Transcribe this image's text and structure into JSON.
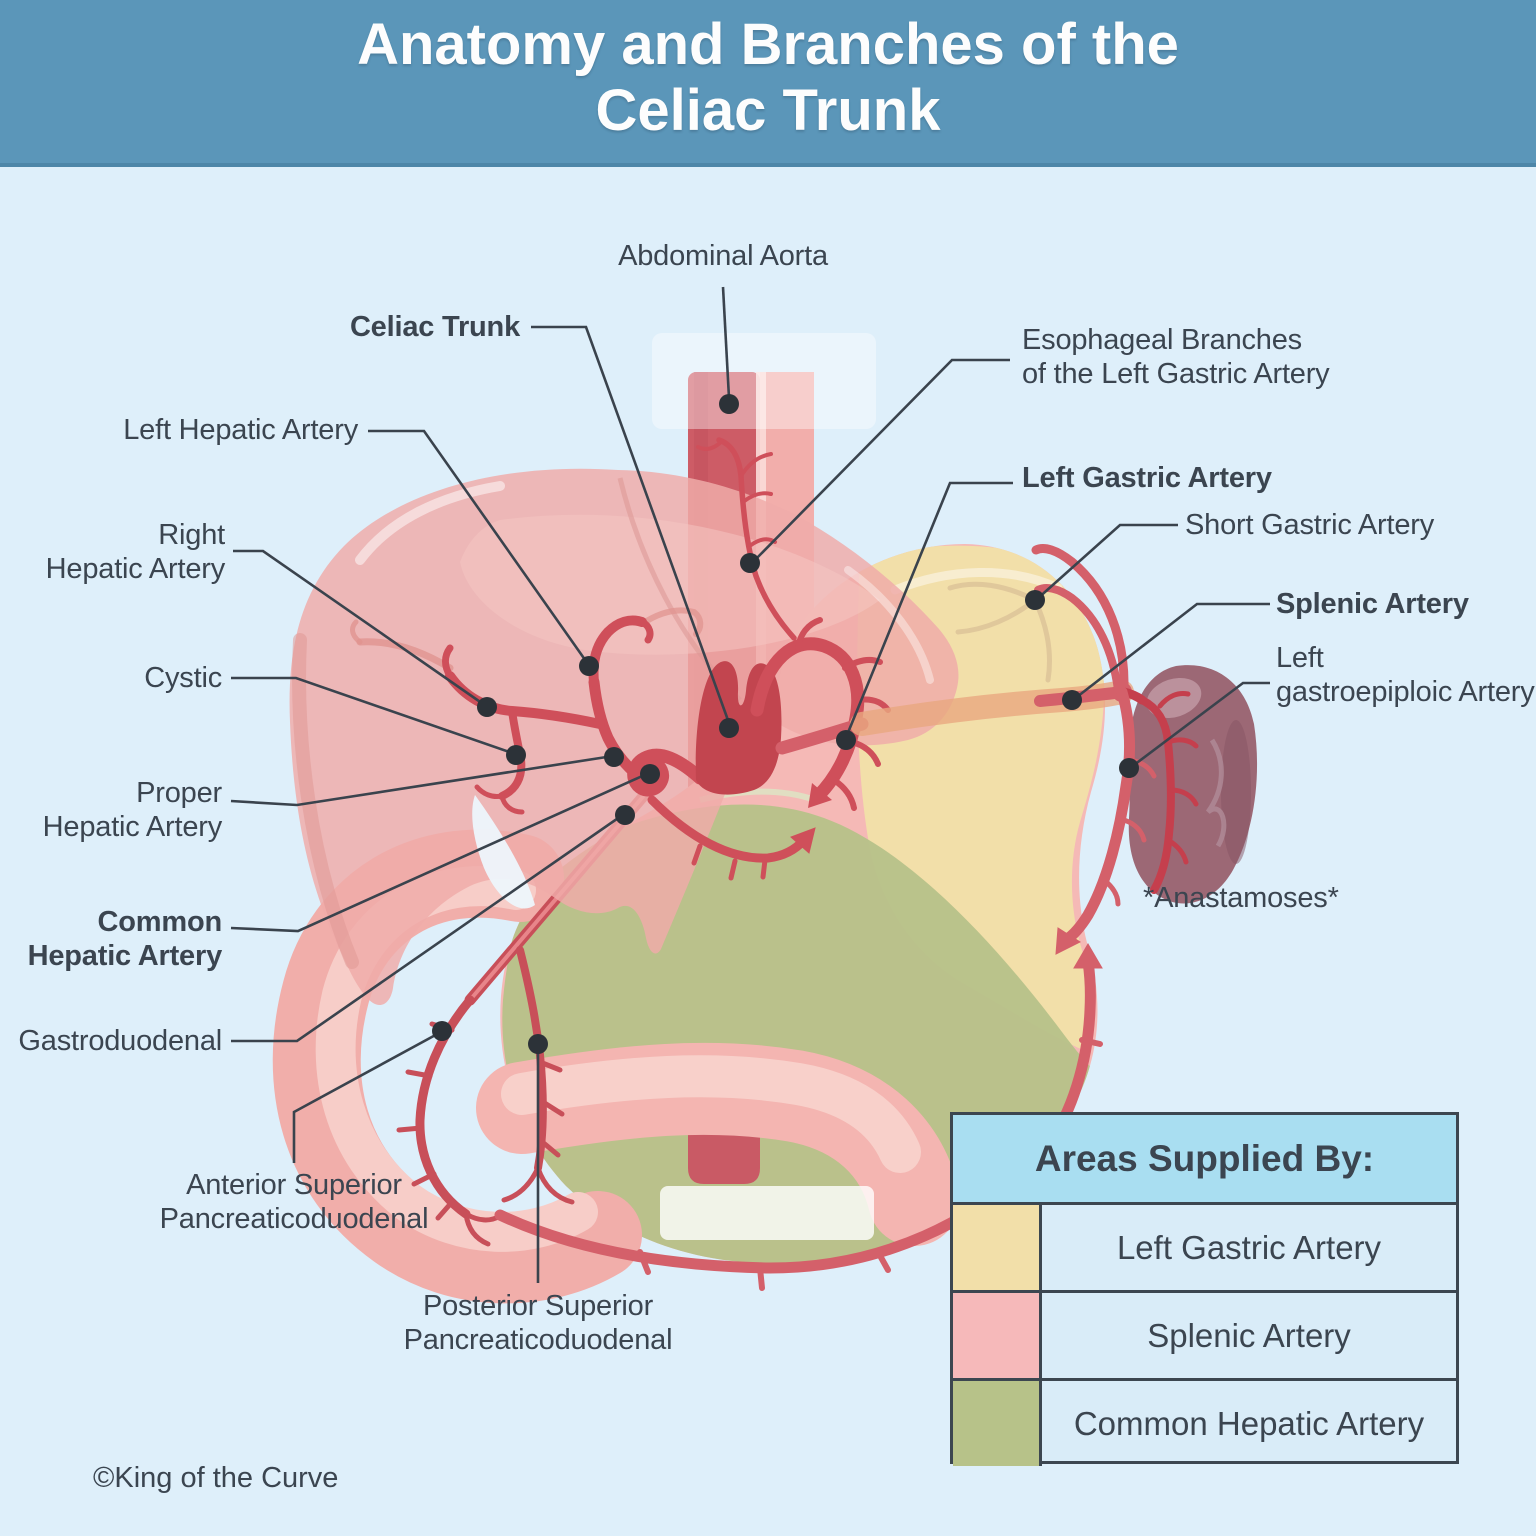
{
  "header": {
    "title_line1": "Anatomy and Branches of the",
    "title_line2": "Celiac Trunk"
  },
  "labels": {
    "abdominal_aorta": {
      "text": "Abdominal Aorta"
    },
    "celiac_trunk": {
      "text": "Celiac Trunk"
    },
    "left_hepatic": {
      "text": "Left Hepatic Artery"
    },
    "right_hepatic": {
      "line1": "Right",
      "line2": "Hepatic Artery"
    },
    "cystic": {
      "text": "Cystic"
    },
    "proper_hepatic": {
      "line1": "Proper",
      "line2": "Hepatic Artery"
    },
    "common_hepatic": {
      "line1": "Common",
      "line2": "Hepatic Artery"
    },
    "gastroduodenal": {
      "text": "Gastroduodenal"
    },
    "anterior_superior_pd": {
      "line1": "Anterior Superior",
      "line2": "Pancreaticoduodenal"
    },
    "posterior_superior_pd": {
      "line1": "Posterior Superior",
      "line2": "Pancreaticoduodenal"
    },
    "esophageal_branches": {
      "line1": "Esophageal Branches",
      "line2": "of the Left Gastric Artery"
    },
    "left_gastric": {
      "text": "Left Gastric Artery"
    },
    "short_gastric": {
      "text": "Short Gastric Artery"
    },
    "splenic": {
      "text": "Splenic Artery"
    },
    "left_gastroepiploic": {
      "line1": "Left",
      "line2": "gastroepiploic Artery"
    },
    "anastamoses": {
      "text": "*Anastamoses*"
    }
  },
  "legend": {
    "title": "Areas Supplied By:",
    "rows": [
      {
        "label": "Left Gastric Artery",
        "color": "#f2dfa9"
      },
      {
        "label": "Splenic Artery",
        "color": "#f6b9ba"
      },
      {
        "label": "Common Hepatic Artery",
        "color": "#b7c289"
      }
    ]
  },
  "footer": {
    "copyright": "©King of the Curve"
  },
  "colors": {
    "header_bg": "#5b96b9",
    "background": "#deeffa",
    "artery_red": "#cf4f5a",
    "aorta_dark": "#cd5c66",
    "esophagus_pink": "#f2aeab",
    "liver_pink": "#efaca9",
    "stomach_pink": "#f5b9b6",
    "fundus_yellow": "#f2dfa9",
    "hepatic_green": "#b7c289",
    "spleen_mauve": "#9c6875",
    "label_text": "#3b4550"
  }
}
